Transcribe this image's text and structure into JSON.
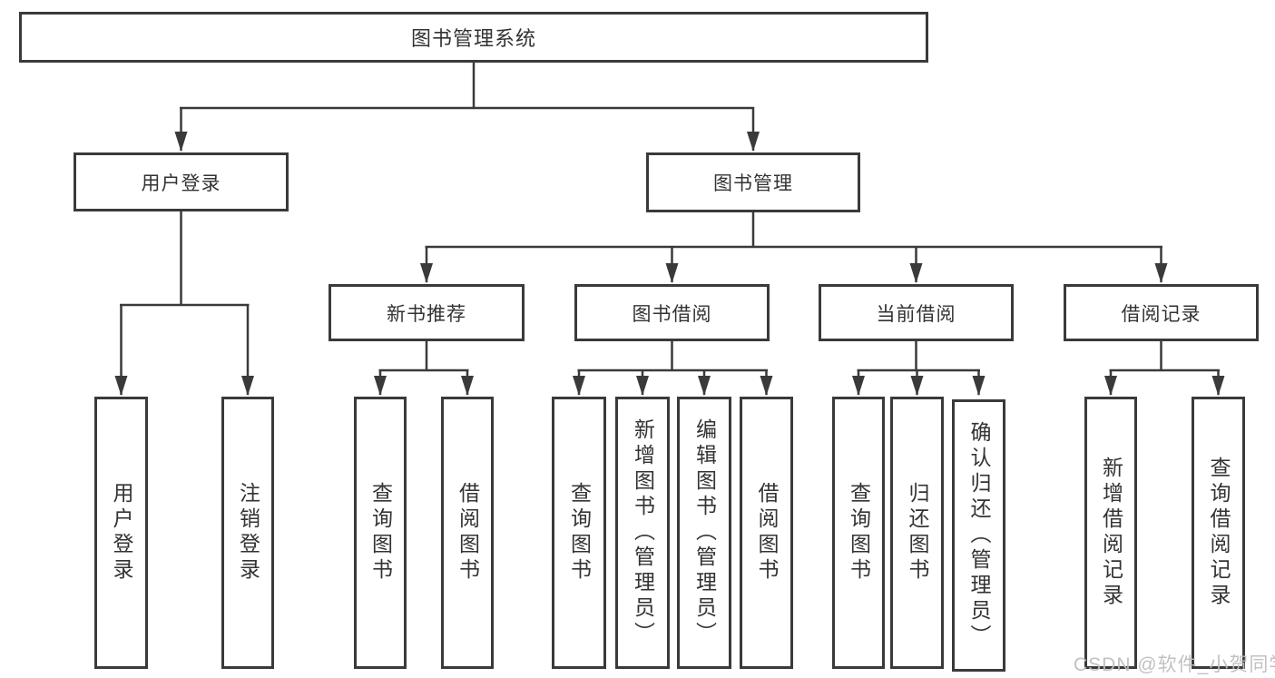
{
  "diagram_title": "图书管理系统",
  "watermark": "CSDN @软件_小贺同学",
  "colors": {
    "line": "#3a3a3a",
    "box_border": "#3a3a3a",
    "box_background": "#ffffff",
    "text": "#333333",
    "watermark": "#bebebe"
  },
  "nodes": {
    "root": {
      "id": "root",
      "label": "图书管理系统"
    },
    "level2": [
      {
        "id": "user-login",
        "label": "用户登录",
        "parent": "图书管理系统"
      },
      {
        "id": "book-management",
        "label": "图书管理",
        "parent": "图书管理系统"
      }
    ],
    "level3": [
      {
        "id": "new-book-recommend",
        "label": "新书推荐",
        "parent": "图书管理"
      },
      {
        "id": "book-borrowing",
        "label": "图书借阅",
        "parent": "图书管理"
      },
      {
        "id": "current-borrowing",
        "label": "当前借阅",
        "parent": "图书管理"
      },
      {
        "id": "borrowing-records",
        "label": "借阅记录",
        "parent": "图书管理"
      }
    ],
    "leaves": [
      {
        "id": "leaf-user-login",
        "label": "用户登录",
        "parent": "用户登录"
      },
      {
        "id": "leaf-logout",
        "label": "注销登录",
        "parent": "用户登录"
      },
      {
        "id": "leaf-query-books-recommend",
        "label": "查询图书",
        "parent": "新书推荐"
      },
      {
        "id": "leaf-borrow-books-recommend",
        "label": "借阅图书",
        "parent": "新书推荐"
      },
      {
        "id": "leaf-query-books-borrowing",
        "label": "查询图书",
        "parent": "图书借阅"
      },
      {
        "id": "leaf-add-books-admin",
        "label": "新增图书（管理员）",
        "parent": "图书借阅"
      },
      {
        "id": "leaf-edit-books-admin",
        "label": "编辑图书（管理员）",
        "parent": "图书借阅"
      },
      {
        "id": "leaf-borrow-books-borrowing",
        "label": "借阅图书",
        "parent": "图书借阅"
      },
      {
        "id": "leaf-query-books-current",
        "label": "查询图书",
        "parent": "当前借阅"
      },
      {
        "id": "leaf-return-books",
        "label": "归还图书",
        "parent": "当前借阅"
      },
      {
        "id": "leaf-confirm-return-admin",
        "label": "确认归还（管理员）",
        "parent": "当前借阅"
      },
      {
        "id": "leaf-add-borrow-record",
        "label": "新增借阅记录",
        "parent": "借阅记录"
      },
      {
        "id": "leaf-query-borrow-record",
        "label": "查询借阅记录",
        "parent": "借阅记录"
      }
    ]
  }
}
